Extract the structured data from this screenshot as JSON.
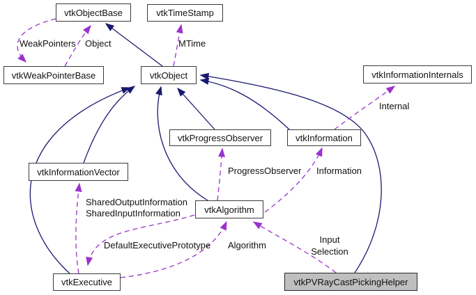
{
  "diagram": {
    "type": "doxygen-collaboration-graph",
    "highlight": "vtkPVRayCastPickingHelper",
    "colors": {
      "background": "#ffffff",
      "inheritance_edge": "#191970",
      "association_edge": "#9a32cd",
      "node_fill": "#ffffff",
      "node_border": "#3a3a3a",
      "highlight_node_fill": "#bfbfbf",
      "text": "#111111"
    },
    "nodes": {
      "vtk_object_base": "vtkObjectBase",
      "vtk_time_stamp": "vtkTimeStamp",
      "vtk_weak_pointer_base": "vtkWeakPointerBase",
      "vtk_object": "vtkObject",
      "vtk_information_internals": "vtkInformationInternals",
      "vtk_progress_observer": "vtkProgressObserver",
      "vtk_information": "vtkInformation",
      "vtk_information_vector": "vtkInformationVector",
      "vtk_algorithm": "vtkAlgorithm",
      "vtk_executive": "vtkExecutive",
      "vtk_pv_ray_cast_picking_helper": "vtkPVRayCastPickingHelper"
    },
    "edge_labels": {
      "weak_pointers": "WeakPointers",
      "object": "Object",
      "mtime": "MTime",
      "internal": "Internal",
      "progress_observer": "ProgressObserver",
      "information": "Information",
      "shared_output_information": "SharedOutputInformation",
      "shared_input_information": "SharedInputInformation",
      "default_executive_prototype": "DefaultExecutivePrototype",
      "algorithm": "Algorithm",
      "input": "Input",
      "selection": "Selection"
    },
    "edges": [
      {
        "from": "vtkObject",
        "to": "vtkObjectBase",
        "kind": "inheritance"
      },
      {
        "from": "vtkInformationVector",
        "to": "vtkObject",
        "kind": "inheritance"
      },
      {
        "from": "vtkExecutive",
        "to": "vtkObject",
        "kind": "inheritance"
      },
      {
        "from": "vtkAlgorithm",
        "to": "vtkObject",
        "kind": "inheritance"
      },
      {
        "from": "vtkProgressObserver",
        "to": "vtkObject",
        "kind": "inheritance"
      },
      {
        "from": "vtkInformation",
        "to": "vtkObject",
        "kind": "inheritance"
      },
      {
        "from": "vtkPVRayCastPickingHelper",
        "to": "vtkObject",
        "kind": "inheritance"
      },
      {
        "from": "vtkObjectBase",
        "to": "vtkWeakPointerBase",
        "kind": "association",
        "label": "WeakPointers"
      },
      {
        "from": "vtkWeakPointerBase",
        "to": "vtkObjectBase",
        "kind": "association",
        "label": "Object"
      },
      {
        "from": "vtkObject",
        "to": "vtkTimeStamp",
        "kind": "association",
        "label": "MTime"
      },
      {
        "from": "vtkInformation",
        "to": "vtkInformationInternals",
        "kind": "association",
        "label": "Internal"
      },
      {
        "from": "vtkAlgorithm",
        "to": "vtkProgressObserver",
        "kind": "association",
        "label": "ProgressObserver"
      },
      {
        "from": "vtkAlgorithm",
        "to": "vtkInformation",
        "kind": "association",
        "label": "Information"
      },
      {
        "from": "vtkExecutive",
        "to": "vtkInformationVector",
        "kind": "association",
        "label": "SharedOutputInformation SharedInputInformation"
      },
      {
        "from": "vtkAlgorithm",
        "to": "vtkExecutive",
        "kind": "association",
        "label": "DefaultExecutivePrototype"
      },
      {
        "from": "vtkExecutive",
        "to": "vtkAlgorithm",
        "kind": "association",
        "label": "Algorithm"
      },
      {
        "from": "vtkPVRayCastPickingHelper",
        "to": "vtkAlgorithm",
        "kind": "association",
        "label": "Input Selection"
      }
    ]
  }
}
